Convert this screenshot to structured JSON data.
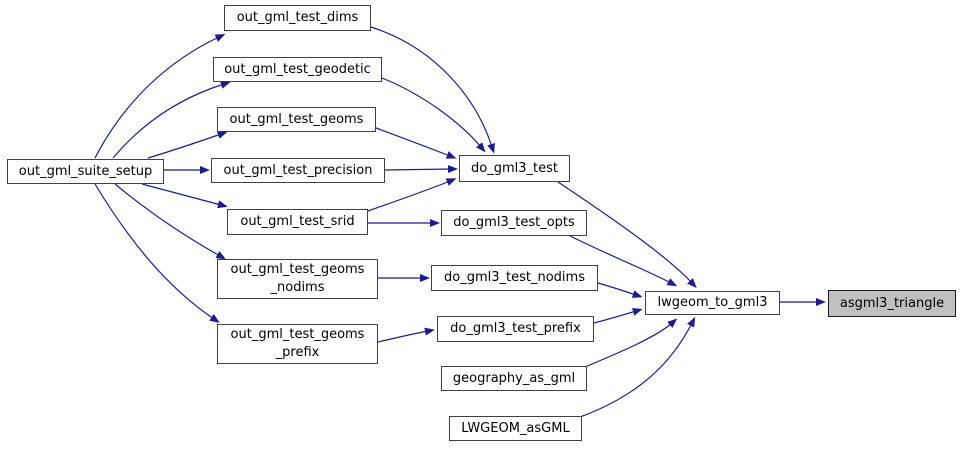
{
  "diagram": {
    "type": "call-graph",
    "direction": "left-to-right",
    "colors": {
      "edge": "#1c1c8f",
      "node_background": "#ffffff",
      "node_border": "#404040",
      "highlight_background": "#c0c0c0",
      "text": "#000000"
    },
    "highlighted_node": "asgml3_triangle",
    "nodes": [
      {
        "id": "out_gml_suite_setup",
        "label": "out_gml_suite_setup",
        "highlighted": false
      },
      {
        "id": "out_gml_test_dims",
        "label": "out_gml_test_dims",
        "highlighted": false
      },
      {
        "id": "out_gml_test_geodetic",
        "label": "out_gml_test_geodetic",
        "highlighted": false
      },
      {
        "id": "out_gml_test_geoms",
        "label": "out_gml_test_geoms",
        "highlighted": false
      },
      {
        "id": "out_gml_test_precision",
        "label": "out_gml_test_precision",
        "highlighted": false
      },
      {
        "id": "out_gml_test_srid",
        "label": "out_gml_test_srid",
        "highlighted": false
      },
      {
        "id": "out_gml_test_geoms_nodims",
        "label": "out_gml_test_geoms\n_nodims",
        "highlighted": false
      },
      {
        "id": "out_gml_test_geoms_prefix",
        "label": "out_gml_test_geoms\n_prefix",
        "highlighted": false
      },
      {
        "id": "do_gml3_test",
        "label": "do_gml3_test",
        "highlighted": false
      },
      {
        "id": "do_gml3_test_opts",
        "label": "do_gml3_test_opts",
        "highlighted": false
      },
      {
        "id": "do_gml3_test_nodims",
        "label": "do_gml3_test_nodims",
        "highlighted": false
      },
      {
        "id": "do_gml3_test_prefix",
        "label": "do_gml3_test_prefix",
        "highlighted": false
      },
      {
        "id": "geography_as_gml",
        "label": "geography_as_gml",
        "highlighted": false
      },
      {
        "id": "LWGEOM_asGML",
        "label": "LWGEOM_asGML",
        "highlighted": false
      },
      {
        "id": "lwgeom_to_gml3",
        "label": "lwgeom_to_gml3",
        "highlighted": false
      },
      {
        "id": "asgml3_triangle",
        "label": "asgml3_triangle",
        "highlighted": true
      }
    ],
    "edges": [
      {
        "from": "out_gml_suite_setup",
        "to": "out_gml_test_dims"
      },
      {
        "from": "out_gml_suite_setup",
        "to": "out_gml_test_geodetic"
      },
      {
        "from": "out_gml_suite_setup",
        "to": "out_gml_test_geoms"
      },
      {
        "from": "out_gml_suite_setup",
        "to": "out_gml_test_precision"
      },
      {
        "from": "out_gml_suite_setup",
        "to": "out_gml_test_srid"
      },
      {
        "from": "out_gml_suite_setup",
        "to": "out_gml_test_geoms_nodims"
      },
      {
        "from": "out_gml_suite_setup",
        "to": "out_gml_test_geoms_prefix"
      },
      {
        "from": "out_gml_test_dims",
        "to": "do_gml3_test"
      },
      {
        "from": "out_gml_test_geodetic",
        "to": "do_gml3_test"
      },
      {
        "from": "out_gml_test_geoms",
        "to": "do_gml3_test"
      },
      {
        "from": "out_gml_test_precision",
        "to": "do_gml3_test"
      },
      {
        "from": "out_gml_test_srid",
        "to": "do_gml3_test"
      },
      {
        "from": "out_gml_test_srid",
        "to": "do_gml3_test_opts"
      },
      {
        "from": "out_gml_test_geoms_nodims",
        "to": "do_gml3_test_nodims"
      },
      {
        "from": "out_gml_test_geoms_prefix",
        "to": "do_gml3_test_prefix"
      },
      {
        "from": "do_gml3_test",
        "to": "lwgeom_to_gml3"
      },
      {
        "from": "do_gml3_test_opts",
        "to": "lwgeom_to_gml3"
      },
      {
        "from": "do_gml3_test_nodims",
        "to": "lwgeom_to_gml3"
      },
      {
        "from": "do_gml3_test_prefix",
        "to": "lwgeom_to_gml3"
      },
      {
        "from": "geography_as_gml",
        "to": "lwgeom_to_gml3"
      },
      {
        "from": "LWGEOM_asGML",
        "to": "lwgeom_to_gml3"
      },
      {
        "from": "lwgeom_to_gml3",
        "to": "asgml3_triangle"
      }
    ]
  }
}
